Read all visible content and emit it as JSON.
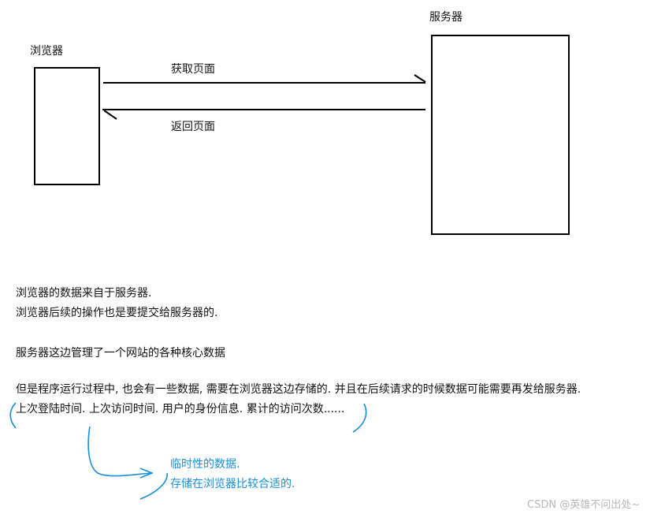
{
  "diagram": {
    "browser_label": "浏览器",
    "server_label": "服务器",
    "request_label": "获取页面",
    "response_label": "返回页面"
  },
  "notes": {
    "line1": "浏览器的数据来自于服务器.",
    "line2": "浏览器后续的操作也是要提交给服务器的.",
    "line3": "服务器这边管理了一个网站的各种核心数据",
    "line4": "但是程序运行过程中, 也会有一些数据, 需要在浏览器这边存储的. 并且在后续请求的时候数据可能需要再发给服务器.",
    "line5": "上次登陆时间. 上次访问时间. 用户的身份信息. 累计的访问次数......"
  },
  "annotation": {
    "line1": "临时性的数据.",
    "line2": "存储在浏览器比较合适的.",
    "color": "#1a8fd8"
  },
  "watermark": {
    "text": "CSDN @英雄不问出处~"
  }
}
